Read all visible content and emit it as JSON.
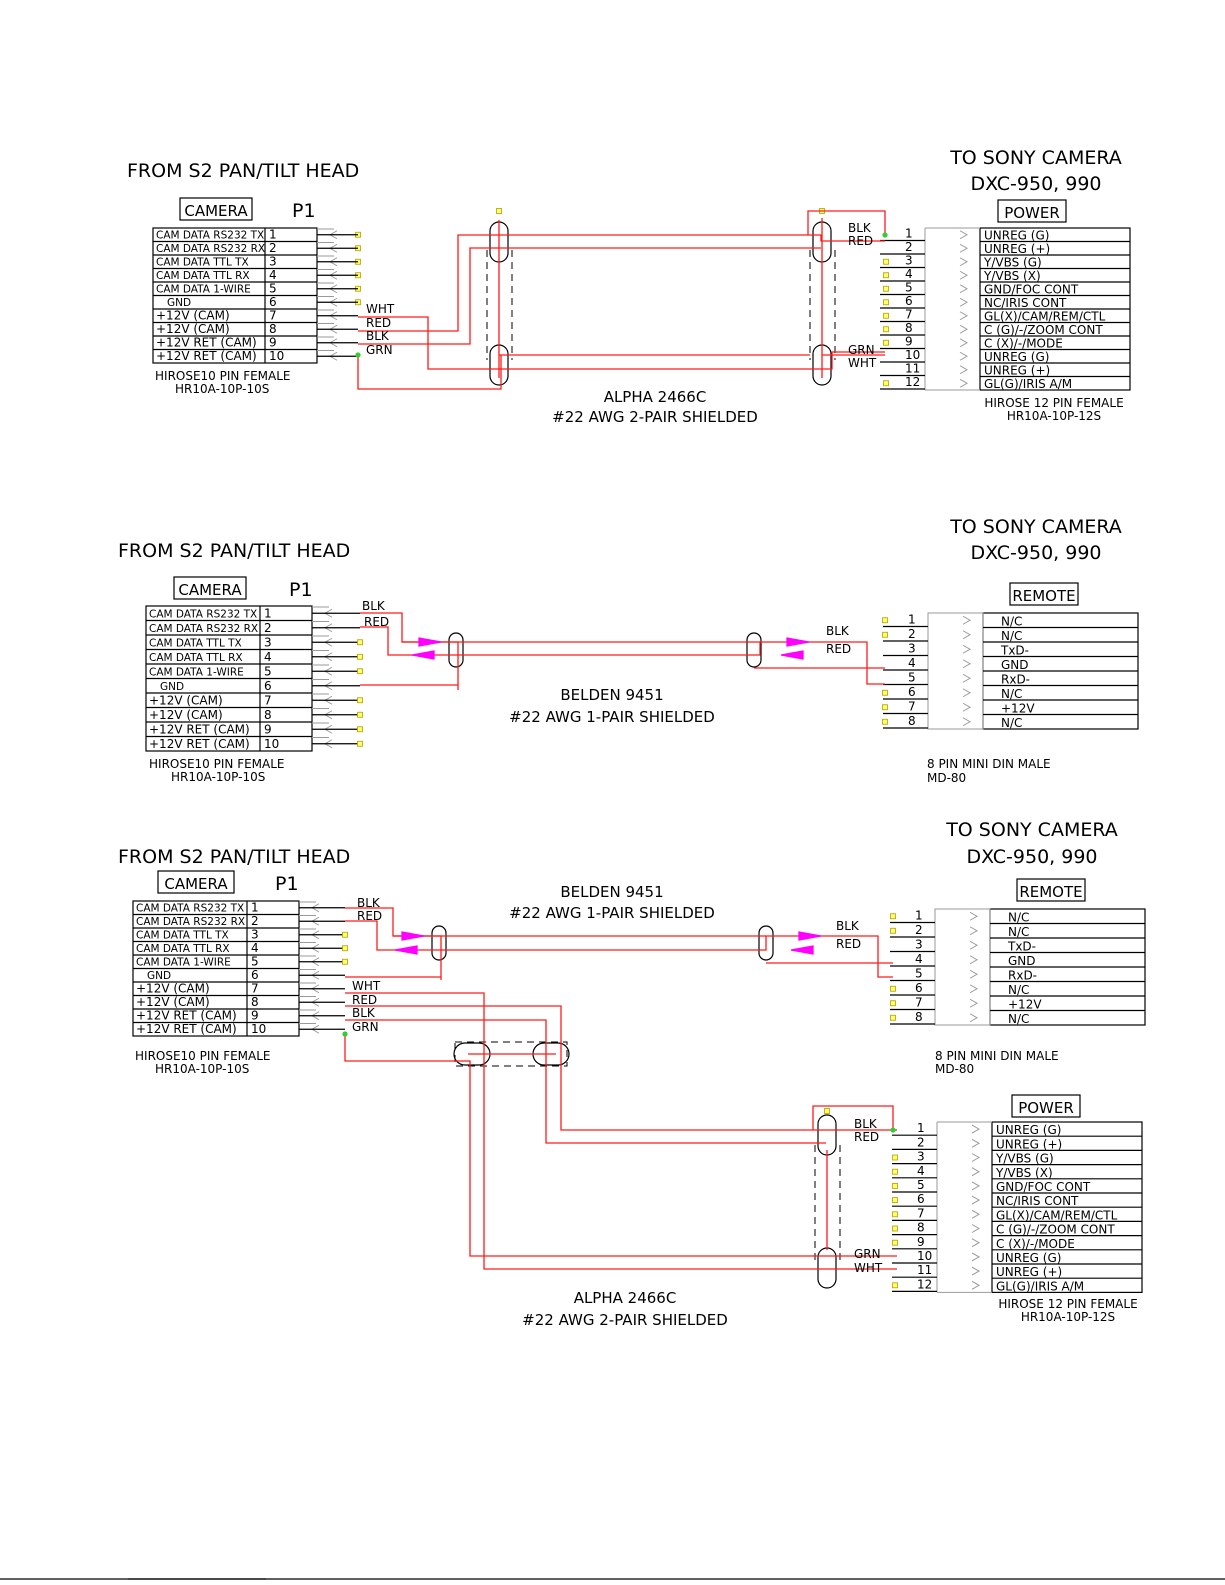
{
  "camera_pins": [
    "CAM DATA RS232 TX",
    "CAM DATA RS232 RX",
    "CAM DATA TTL TX",
    "CAM DATA TTL RX",
    "CAM DATA 1-WIRE",
    "GND",
    "+12V (CAM)",
    "+12V (CAM)",
    "+12V RET (CAM)",
    "+12V RET (CAM)"
  ],
  "camera_pin_numbers": [
    "1",
    "2",
    "3",
    "4",
    "5",
    "6",
    "7",
    "8",
    "9",
    "10"
  ],
  "power_pins": [
    "UNREG (G)",
    "UNREG (+)",
    "Y/VBS (G)",
    "Y/VBS (X)",
    "GND/FOC CONT",
    "NC/IRIS CONT",
    "GL(X)/CAM/REM/CTL",
    "C (G)/-/ZOOM CONT",
    "C (X)/-/MODE",
    "UNREG (G)",
    "UNREG (+)",
    "GL(G)/IRIS A/M"
  ],
  "power_pin_numbers": [
    "1",
    "2",
    "3",
    "4",
    "5",
    "6",
    "7",
    "8",
    "9",
    "10",
    "11",
    "12"
  ],
  "remote_pins": [
    "N/C",
    "N/C",
    "TxD-",
    "GND",
    "RxD-",
    "N/C",
    "+12V",
    "N/C"
  ],
  "remote_pin_numbers": [
    "1",
    "2",
    "3",
    "4",
    "5",
    "6",
    "7",
    "8"
  ],
  "labels": {
    "from": "FROM S2 PAN/TILT HEAD",
    "to_line1": "TO SONY CAMERA",
    "to_line2": "DXC-950, 990",
    "camera": "CAMERA",
    "p1": "P1",
    "power": "POWER",
    "remote": "REMOTE",
    "hirose10_1": "HIROSE10 PIN FEMALE",
    "hirose10_2": "HR10A-10P-10S",
    "hirose12_1": "HIROSE 12 PIN FEMALE",
    "hirose12_2": "HR10A-10P-12S",
    "mini_din_1": "8 PIN MINI DIN MALE",
    "mini_din_2": "MD-80",
    "alpha_1": "ALPHA 2466C",
    "alpha_2": "#22 AWG 2-PAIR SHIELDED",
    "belden_1": "BELDEN 9451",
    "belden_2": "#22 AWG 1-PAIR SHIELDED",
    "wht": "WHT",
    "red": "RED",
    "blk": "BLK",
    "grn": "GRN"
  },
  "colors": {
    "wire": "#ff1a1a",
    "arrow": "#ff00ff",
    "terminal": "#ffff66",
    "node": "#33cc33"
  }
}
